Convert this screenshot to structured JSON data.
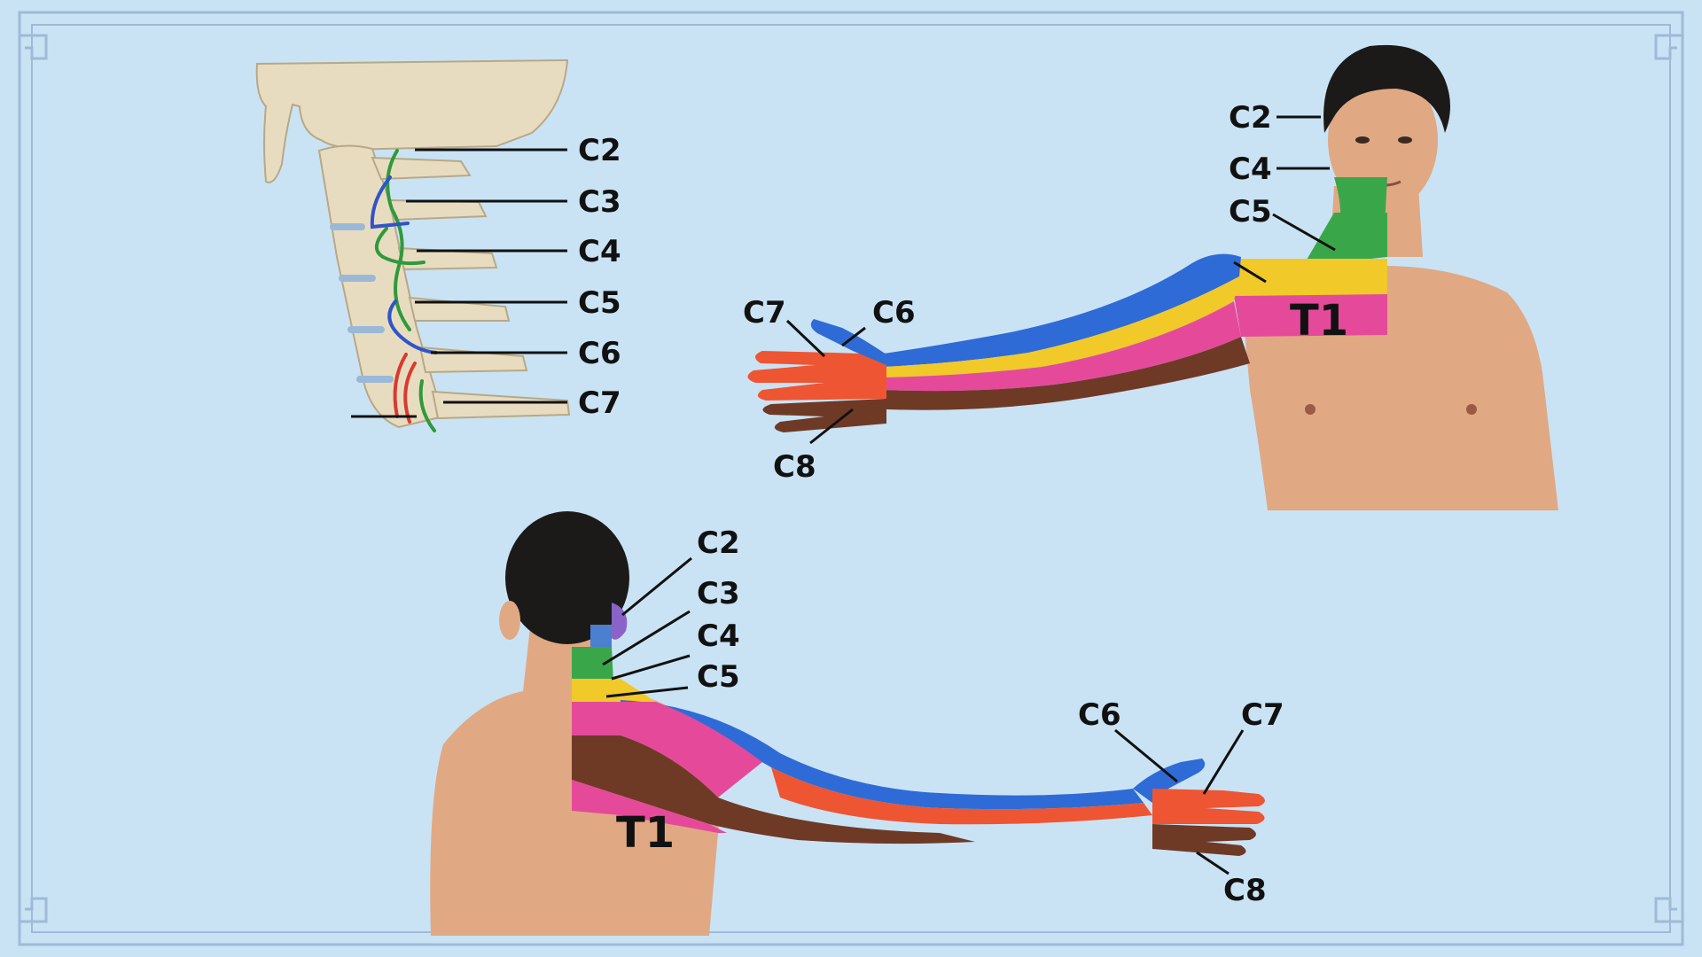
{
  "colors": {
    "background": "#c9e3f5",
    "frame": "#9fbad6",
    "C2": "#8a63c8",
    "C3": "#4b7fd0",
    "C4": "#3aa64a",
    "C5": "#f1c928",
    "C6": "#2f6bd6",
    "C7": "#ee5533",
    "C8": "#6e3a26",
    "T1": "#e54a9a",
    "nerve_green": "#2f9a3a",
    "nerve_blue": "#2f55c8",
    "nerve_red": "#d93a2e"
  },
  "spine_panel": {
    "labels": [
      "C2",
      "C3",
      "C4",
      "C5",
      "C6",
      "C7"
    ]
  },
  "front_panel": {
    "labels": {
      "c2": "C2",
      "c4": "C4",
      "c5": "C5",
      "c6": "C6",
      "c7": "C7",
      "c8": "C8",
      "t1": "T1"
    }
  },
  "back_panel": {
    "labels": {
      "c2": "C2",
      "c3": "C3",
      "c4": "C4",
      "c5": "C5",
      "c6": "C6",
      "c7": "C7",
      "c8": "C8",
      "t1": "T1"
    }
  }
}
